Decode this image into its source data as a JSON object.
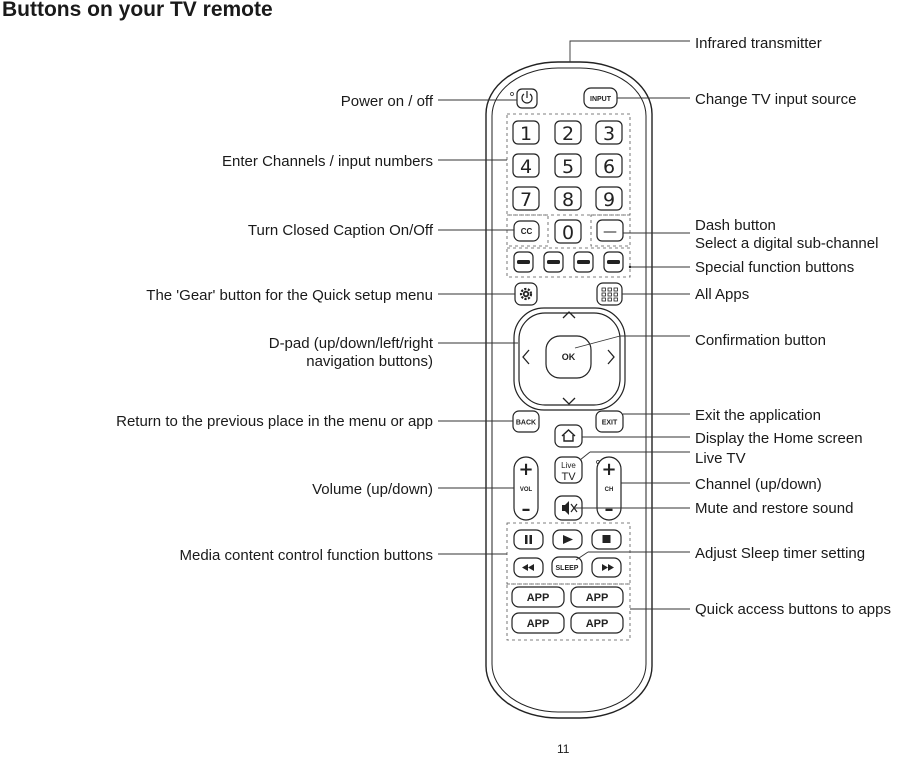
{
  "title": "Buttons on your TV remote",
  "page_number": "11",
  "left_labels": {
    "power": "Power on / off",
    "channels": "Enter Channels / input numbers",
    "cc": "Turn Closed Caption On/Off",
    "gear": "The 'Gear' button for the Quick setup menu",
    "dpad_1": "D-pad (up/down/left/right",
    "dpad_2": "navigation buttons)",
    "back": "Return to the previous place in the menu or app",
    "volume": "Volume (up/down)",
    "media": "Media content control function buttons"
  },
  "right_labels": {
    "infrared": "Infrared transmitter",
    "input": "Change TV input source",
    "dash_1": "Dash button",
    "dash_2": "Select a digital sub-channel",
    "special": "Special function buttons",
    "apps": "All Apps",
    "ok": "Confirmation button",
    "exit": "Exit the application",
    "home": "Display the Home screen",
    "livetv": "Live TV",
    "channel": "Channel (up/down)",
    "mute": "Mute and restore sound",
    "sleep": "Adjust Sleep timer setting",
    "quick": "Quick access buttons to apps"
  },
  "remote": {
    "input": "INPUT",
    "digits": [
      "1",
      "2",
      "3",
      "4",
      "5",
      "6",
      "7",
      "8",
      "9"
    ],
    "zero": "0",
    "cc": "CC",
    "dash": "—",
    "ok": "OK",
    "back": "BACK",
    "exit": "EXIT",
    "live": "Live",
    "tv": "TV",
    "vol": "VOL",
    "ch": "CH",
    "plus": "+",
    "minus": "–",
    "sleep": "SLEEP",
    "app": "APP"
  },
  "icons": [
    "power-icon",
    "gear-icon",
    "grid-icon",
    "home-icon",
    "mute-icon",
    "pause-icon",
    "play-icon",
    "stop-icon",
    "rewind-icon",
    "fast-forward-icon",
    "chevron-up-icon",
    "chevron-down-icon",
    "chevron-left-icon",
    "chevron-right-icon"
  ]
}
